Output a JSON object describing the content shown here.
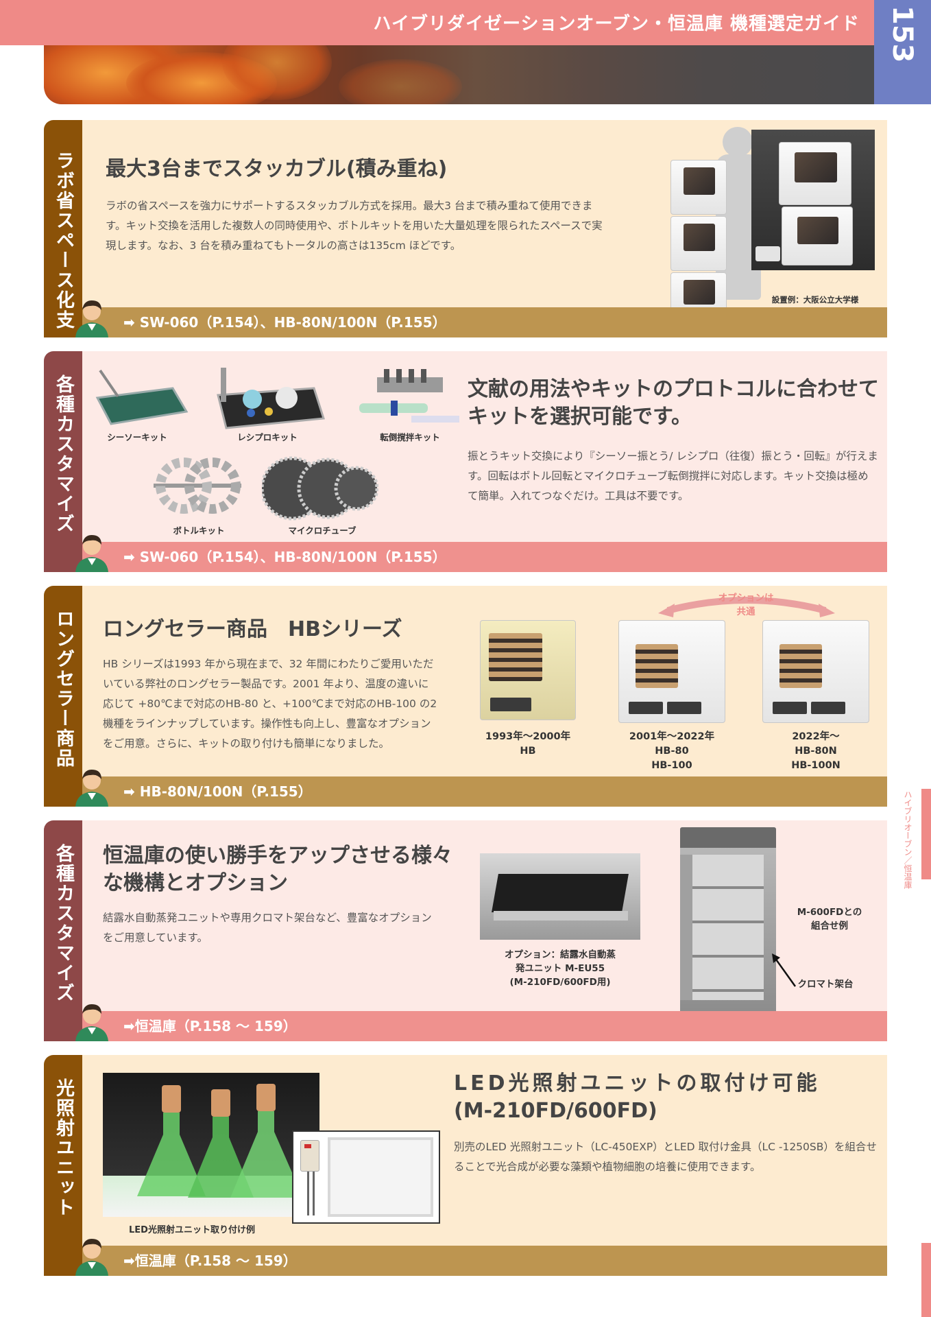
{
  "header": {
    "title": "ハイブリダイゼーションオーブン・恒温庫 機種選定ガイド",
    "page_number": "153"
  },
  "side_tab": {
    "label": "ハイブリオーブン／恒温庫"
  },
  "sections": [
    {
      "tab": "ラボ省スペース化支援",
      "heading": "最大3台までスタッカブル(積み重ね)",
      "body": "ラボの省スペースを強力にサポートするスタッカブル方式を採用。最大3 台まで積み重ねて使用できます。キット交換を活用した複数人の同時使用や、ボトルキットを用いた大量処理を限られたスペースで実現します。なお、3 台を積み重ねてもトータルの高さは135cm ほどです。",
      "photo_caption": "設置例：大阪公立大学様",
      "footer": "➡ SW-060（P.154）、HB-80N/100N（P.155）"
    },
    {
      "tab": "各種カスタマイズ",
      "heading_line1": "文献の用法やキットのプロトコルに合わせて",
      "heading_line2": "キットを選択可能です。",
      "body": "振とうキット交換により『シーソー振とう/ レシプロ（往復）振とう・回転』が行えます。回転はボトル回転とマイクロチューブ転倒撹拌に対応します。キット交換は極めて簡単。入れてつなぐだけ。工具は不要です。",
      "kits": [
        "シーソーキット",
        "レシプロキット",
        "転倒撹拌キット",
        "ボトルキット",
        "マイクロチューブ"
      ],
      "footer": "➡ SW-060（P.154）、HB-80N/100N（P.155）"
    },
    {
      "tab": "ロングセラー商品",
      "heading": "ロングセラー商品　HBシリーズ",
      "body": "HB シリーズは1993 年から現在まで、32 年間にわたりご愛用いただいている弊社のロングセラー製品です。2001 年より、温度の違いに応じて +80℃まで対応のHB-80 と、+100℃まで対応のHB-100 の2 機種をラインナップしています。操作性も向上し、豊富なオプションをご用意。さらに、キットの取り付けも簡単になりました。",
      "option_note_line1": "オプションは",
      "option_note_line2": "共通",
      "models": [
        {
          "years": "1993年～2000年",
          "names": "HB"
        },
        {
          "years": "2001年～2022年",
          "names": "HB-80\nHB-100"
        },
        {
          "years": "2022年～",
          "names": "HB-80N\nHB-100N"
        }
      ],
      "footer": "➡ HB-80N/100N（P.155）"
    },
    {
      "tab": "各種カスタマイズ",
      "heading_line1": "恒温庫の使い勝手をアップさせる様々",
      "heading_line2": "な機構とオプション",
      "body": "結露水自動蒸発ユニットや専用クロマト架台など、豊富なオプションをご用意しています。",
      "caption_option": "オプション：結露水自動蒸\n発ユニット M-EU55\n(M-210FD/600FD用)",
      "caption_combo": "M-600FDとの\n組合せ例",
      "caption_rack": "クロマト架台",
      "footer": "➡恒温庫（P.158 ～ 159）"
    },
    {
      "tab": "光照射ユニット",
      "heading_line1": "LED光照射ユニットの取付け可能",
      "heading_line2": "(M-210FD/600FD)",
      "body": "別売のLED 光照射ユニット（LC-450EXP）とLED 取付け金具（LC -1250SB）を組合せることで光合成が必要な藻類や植物細胞の培養に使用できます。",
      "photo_caption": "LED光照射ユニット取り付け例",
      "footer": "➡恒温庫（P.158 ～ 159）"
    }
  ]
}
